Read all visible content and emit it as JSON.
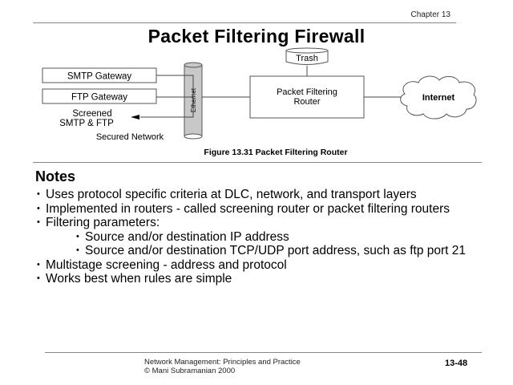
{
  "header": {
    "chapter": "Chapter 13",
    "title": "Packet Filtering Firewall"
  },
  "diagram": {
    "smtp_gateway": "SMTP Gateway",
    "ftp_gateway": "FTP Gateway",
    "screened_line1": "Screened",
    "screened_line2": "SMTP & FTP",
    "secured_network": "Secured Network",
    "ethernet": "Ethernet",
    "trash": "Trash",
    "router_line1": "Packet Filtering",
    "router_line2": "Router",
    "internet": "Internet",
    "caption": "Figure 13.31 Packet Filtering Router"
  },
  "notes": {
    "heading": "Notes",
    "items": [
      {
        "level": 1,
        "text": "Uses protocol specific criteria at DLC, network, and transport layers"
      },
      {
        "level": 1,
        "text": "Implemented in routers - called screening router or packet filtering routers"
      },
      {
        "level": 1,
        "text": "Filtering parameters:"
      },
      {
        "level": 2,
        "text": "Source and/or destination IP address"
      },
      {
        "level": 2,
        "text": "Source and/or destination TCP/UDP port address, such as ftp port 21"
      },
      {
        "level": 1,
        "text": "Multistage screening - address and protocol"
      },
      {
        "level": 1,
        "text": "Works best when rules are simple"
      }
    ]
  },
  "footer": {
    "book": "Network Management: Principles and Practice",
    "copyright": "©  Mani Subramanian 2000",
    "page": "13-48"
  }
}
